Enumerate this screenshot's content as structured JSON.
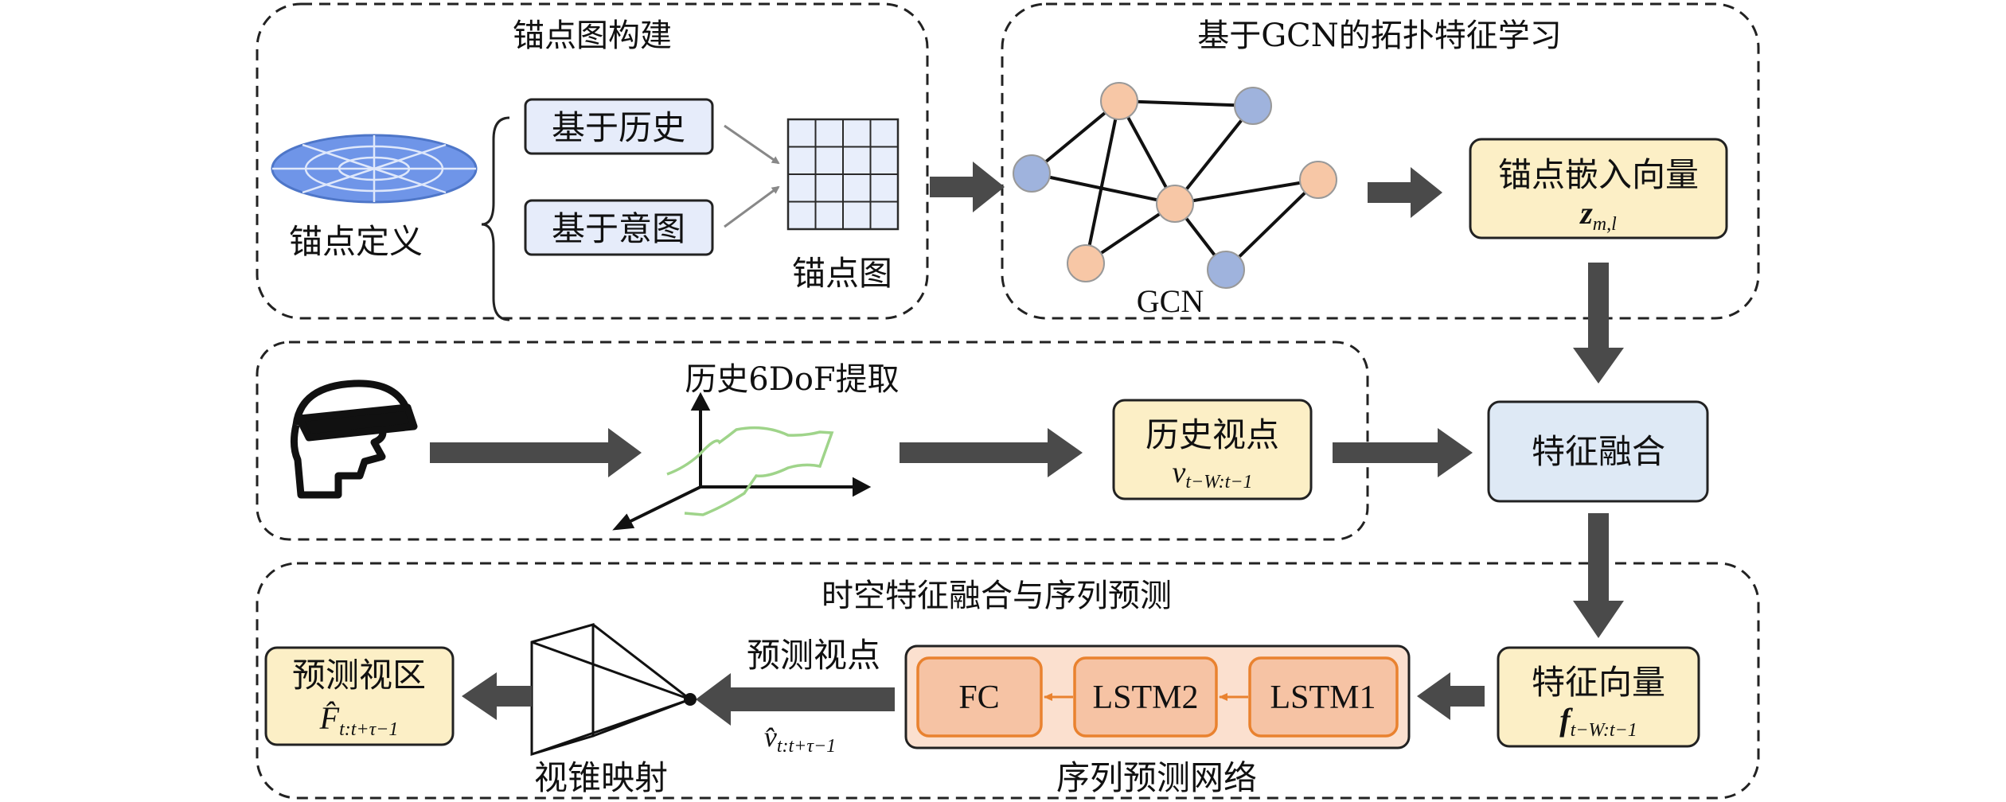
{
  "groups": {
    "anchor_graph": {
      "title": "锚点图构建"
    },
    "gcn_learning": {
      "title": "基于GCN的拓扑特征学习"
    },
    "history_extract": {
      "title": "历史6DoF提取"
    },
    "fusion_predict": {
      "title": "时空特征融合与序列预测"
    }
  },
  "anchor": {
    "definition_label": "锚点定义",
    "history_box": "基于历史",
    "intent_box": "基于意图",
    "graph_label": "锚点图"
  },
  "gcn": {
    "label": "GCN",
    "embedding_box": {
      "title": "锚点嵌入向量",
      "symbol": "z",
      "subscript": "m,l"
    }
  },
  "history": {
    "viewpoint_box": {
      "title": "历史视点",
      "symbol": "v",
      "subscript": "t−W:t−1"
    }
  },
  "fusion": {
    "box": "特征融合"
  },
  "feature_vector": {
    "title": "特征向量",
    "symbol": "f",
    "subscript": "t−W:t−1"
  },
  "network": {
    "label": "序列预测网络",
    "fc": "FC",
    "lstm2": "LSTM2",
    "lstm1": "LSTM1"
  },
  "prediction": {
    "viewpoint_label": "预测视点",
    "viewpoint_symbol": "v̂",
    "viewpoint_subscript": "t:t+τ−1",
    "frustum_label": "视锥映射",
    "region_box": {
      "title": "预测视区",
      "symbol": "F̂",
      "subscript": "t:t+τ−1"
    }
  },
  "colors": {
    "blue_box": "#e6ecfa",
    "yellow_box": "#fcefc6",
    "fusion_box": "#dee9f5",
    "network_bg": "#fbe0cf",
    "network_block": "#f6c3a4",
    "network_stroke": "#e9822f",
    "node_orange": "#f7c7a6",
    "node_blue": "#9fb3dd",
    "trajectory": "#9fd48a",
    "arrow": "#4a4a4a"
  }
}
